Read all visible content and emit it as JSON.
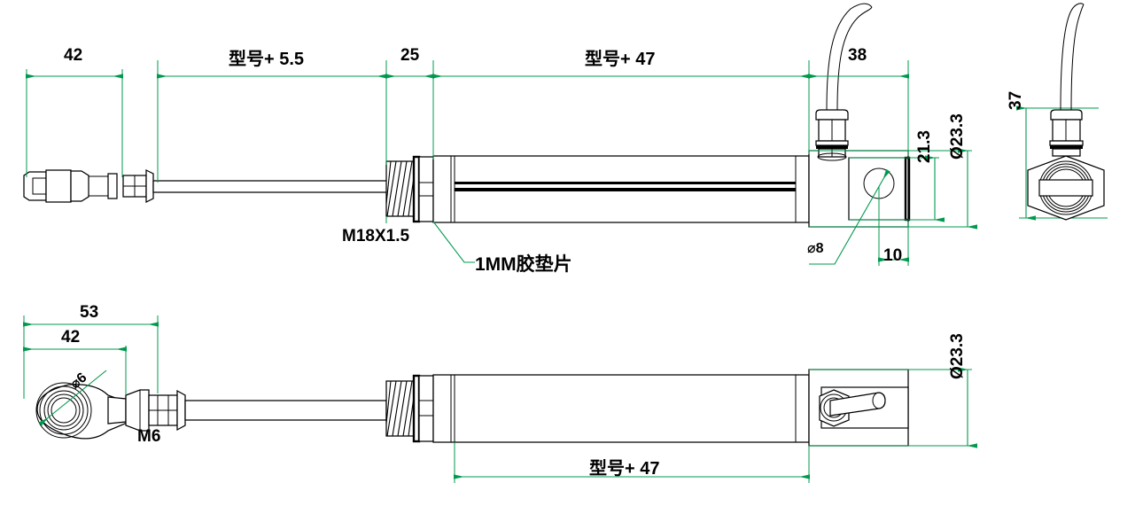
{
  "drawing": {
    "title": "Linear Position Sensor Dimensional Drawing",
    "accent_color": "#00994d",
    "line_color": "#000000",
    "background": "#ffffff"
  },
  "top_view": {
    "name": "rod-end-ball-joint-variant-side-elevation",
    "dimensions": {
      "d42": "42",
      "d_stroke_plus_55": "型号+ 5.5",
      "d25": "25",
      "d_stroke_plus_47": "型号+ 47",
      "d38": "38",
      "d213": "21.3",
      "d233": "Ø23.3",
      "d10": "10",
      "d37": "37"
    },
    "labels": {
      "thread_m18": "M18X1.5",
      "gasket": "1MM胶垫片",
      "hole_d8": "⌀8"
    }
  },
  "bottom_view": {
    "name": "rod-eye-bearing-variant-side-elevation",
    "dimensions": {
      "d53": "53",
      "d42": "42",
      "d_stroke_plus_47": "型号+ 47",
      "d233": "Ø23.3"
    },
    "labels": {
      "bore_d6": "⌀6",
      "thread_m6": "M6"
    }
  },
  "end_view": {
    "name": "connector-end-face-view",
    "dimensions": {
      "d37": "37"
    }
  }
}
